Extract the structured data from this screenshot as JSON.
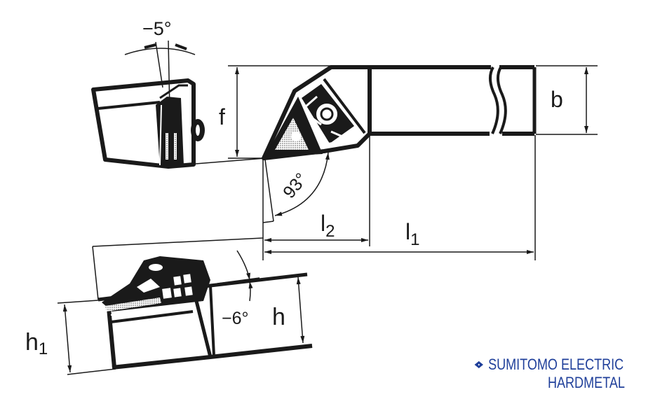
{
  "diagram": {
    "title": "Turning tool holder dimension drawing",
    "labels": {
      "angle_top": "−5°",
      "angle_approach": "93°",
      "angle_side": "−6°",
      "f": "f",
      "b": "b",
      "l1": "l",
      "l1_sub": "1",
      "l2": "l",
      "l2_sub": "2",
      "h": "h",
      "h1": "h",
      "h1_sub": "1"
    },
    "colors": {
      "line": "#1a1a1a",
      "brand": "#1f3f9a"
    }
  },
  "logo": {
    "line1": "SUMITOMO ELECTRIC",
    "line2": "HARDMETAL",
    "icon": "sumitomo-diamond-icon"
  }
}
